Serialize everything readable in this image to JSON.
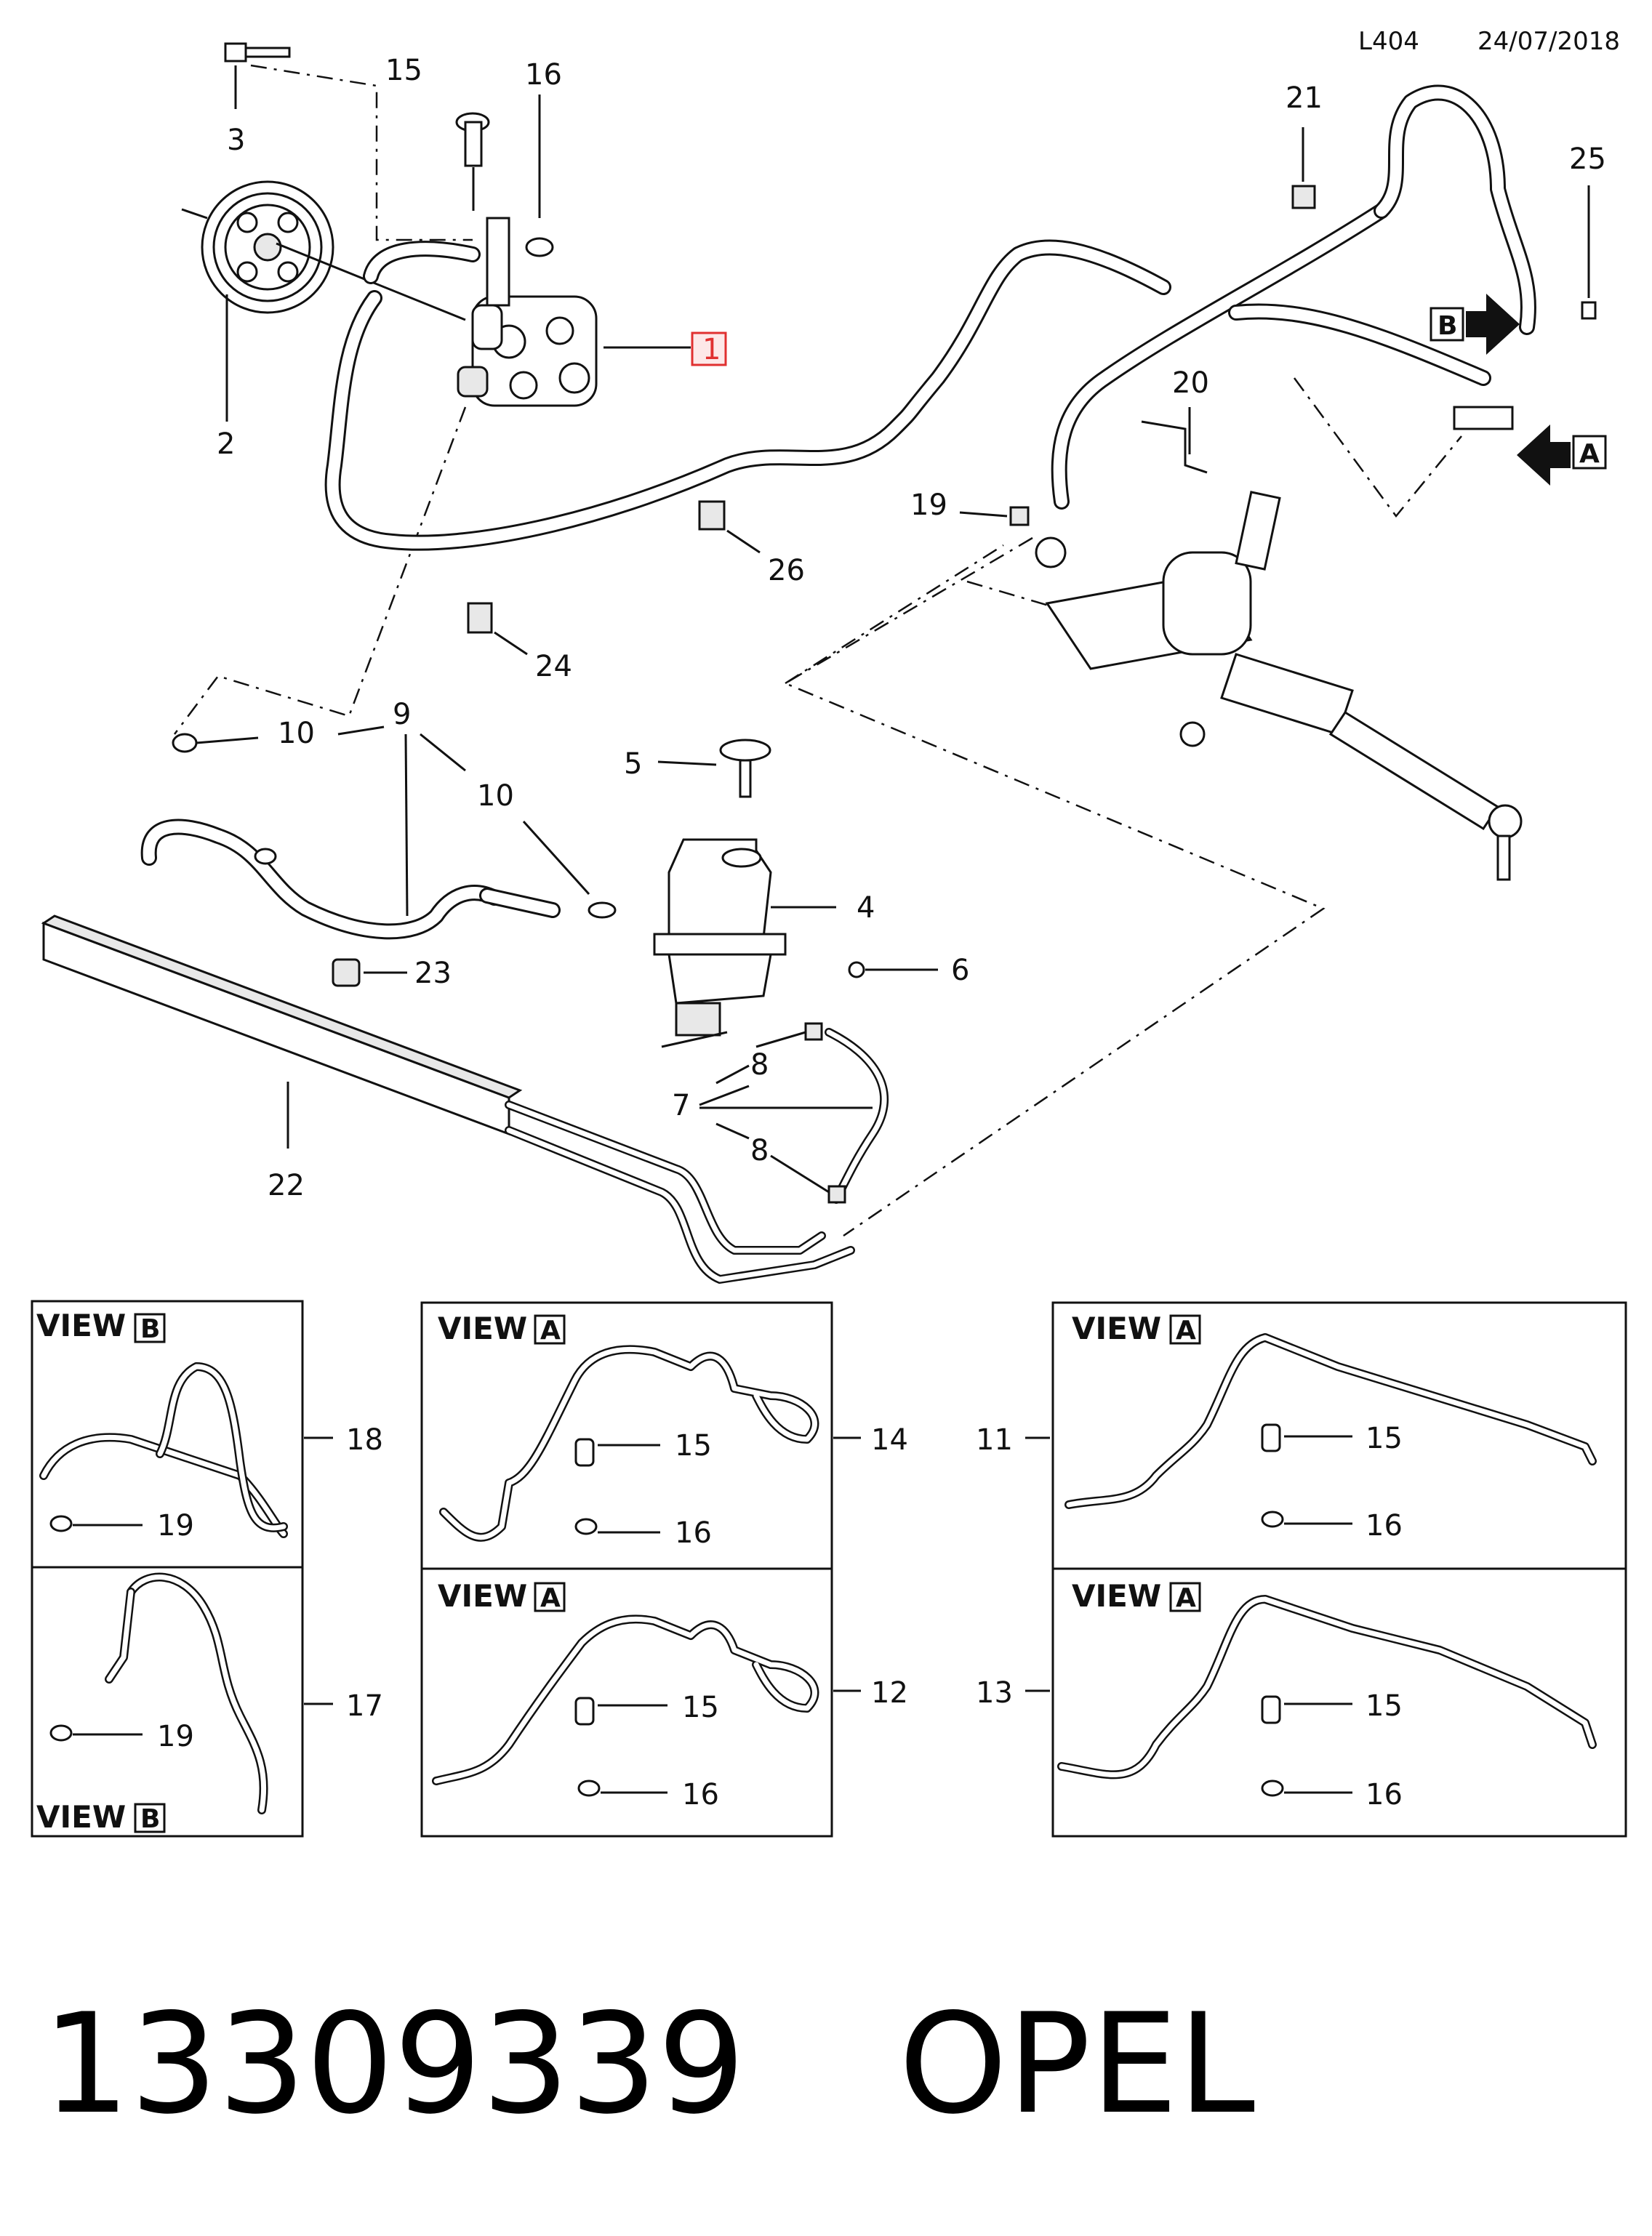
{
  "header": {
    "code": "L404",
    "date": "24/07/2018"
  },
  "footer": {
    "part_number": "13309339",
    "brand": "OPEL"
  },
  "highlighted_callout": "1",
  "callouts": {
    "c1": "1",
    "c2": "2",
    "c3": "3",
    "c4": "4",
    "c5": "5",
    "c6": "6",
    "c7": "7",
    "c8a": "8",
    "c8b": "8",
    "c9": "9",
    "c10a": "10",
    "c10b": "10",
    "c15": "15",
    "c16": "16",
    "c19": "19",
    "c20": "20",
    "c21": "21",
    "c22": "22",
    "c23": "23",
    "c24": "24",
    "c25": "25",
    "c26": "26"
  },
  "arrows": {
    "b": "B",
    "a": "A"
  },
  "views": {
    "v18": {
      "title": "VIEW",
      "letter": "B",
      "ref": "18",
      "p19": "19"
    },
    "v17": {
      "title": "VIEW",
      "letter": "B",
      "ref": "17",
      "p19": "19"
    },
    "v14": {
      "title": "VIEW",
      "letter": "A",
      "ref": "14",
      "p15": "15",
      "p16": "16"
    },
    "v12": {
      "title": "VIEW",
      "letter": "A",
      "ref": "12",
      "p15": "15",
      "p16": "16"
    },
    "v11": {
      "title": "VIEW",
      "letter": "A",
      "ref": "11",
      "p15": "15",
      "p16": "16"
    },
    "v13": {
      "title": "VIEW",
      "letter": "A",
      "ref": "13",
      "p15": "15",
      "p16": "16"
    }
  },
  "colors": {
    "highlight_box": "#e03030",
    "highlight_fill": "#fde8e8",
    "ink": "#111111"
  }
}
